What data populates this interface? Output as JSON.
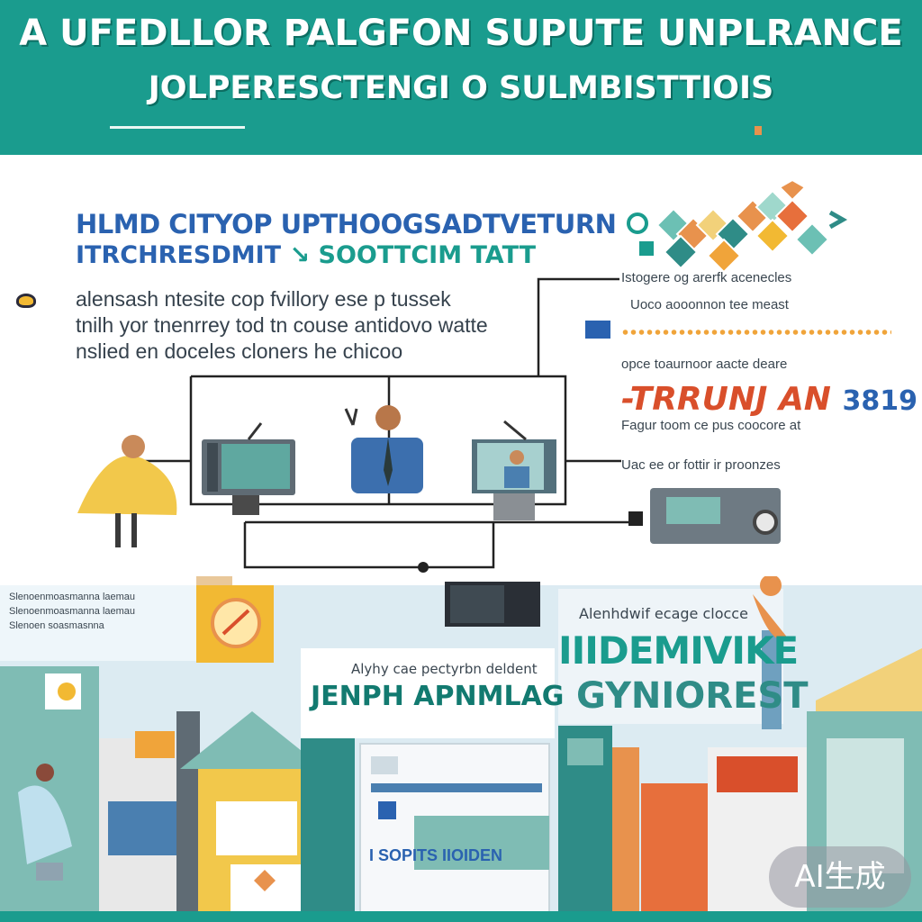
{
  "header": {
    "title_line_1": "A UFEDLLOR PALGFON SUPUTE UNPLRANCE",
    "title_line_2": "JOLPERESCTENGI O SULMBISTTIOIS"
  },
  "body": {
    "headline_1": "HLMD CITYOP UPTHOOGSADTVETURN",
    "headline_2_part_a": "ITRCHRESDMIT",
    "headline_2_part_b": "SOOTTCIM TATT",
    "intro": "alensash ntesite cop fvillory ese p tussek\ntnilh yor tnenrrey tod tn couse antidovo watte\nnslied en doceles cloners he chicoo"
  },
  "right_column": {
    "line_1": "Istogere og arerfk acenecles",
    "line_2": "Uoco aooonnon tee meast",
    "line_3": "opce toaurnoor aacte deare",
    "big_stat_word": "-TRRUNJ AN",
    "big_stat_number": "3819",
    "line_4": "Fagur toom ce pus coocore at",
    "line_5": "Uac ee or fottir ir proonzes"
  },
  "city": {
    "left_caption": "Slenoenmoasmanna laemau\nSlenoenmoasmanna laemau\nSlenoen soasmasnna",
    "caption_1": "Alyhy cae pectyrbn deldent",
    "heading_1": "JENPH APNMLAG",
    "caption_2": "Alenhdwif ecage clocce",
    "heading_2": "IIIDEMIVIKE",
    "heading_3": "GYNIOREST",
    "sign": "I SOPITS IIOIDEN"
  },
  "watermark": {
    "label": "AI生成"
  },
  "colors": {
    "teal": "#1a9c8e",
    "blue": "#2a62b0",
    "orange": "#e8924d",
    "red": "#d94f2b",
    "yellow": "#f2b933"
  }
}
